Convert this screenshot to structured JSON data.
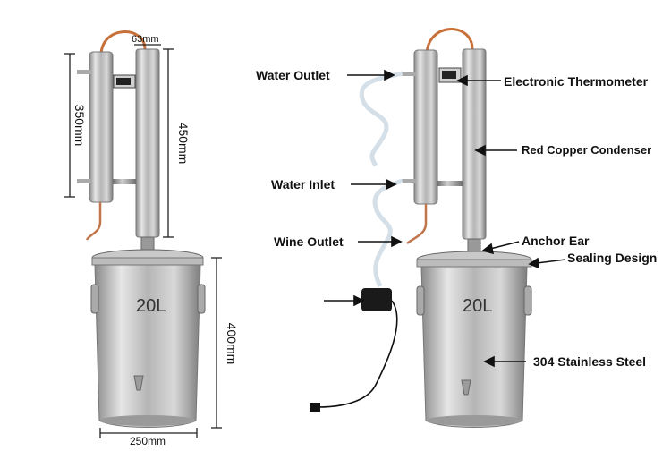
{
  "dimensions": {
    "top_diameter": "63mm",
    "condenser_height": "350mm",
    "column_height": "450mm",
    "barrel_height": "400mm",
    "barrel_diameter": "250mm"
  },
  "labels": {
    "water_outlet": "Water Outlet",
    "water_inlet": "Water Inlet",
    "wine_outlet": "Wine Outlet",
    "electronic_thermometer": "Electronic Thermometer",
    "red_copper_condenser": "Red Copper Condenser",
    "anchor_ear": "Anchor Ear",
    "sealing_design": "Sealing Design",
    "stainless_steel": "304 Stainless Steel"
  },
  "barrel_marking": "20L"
}
